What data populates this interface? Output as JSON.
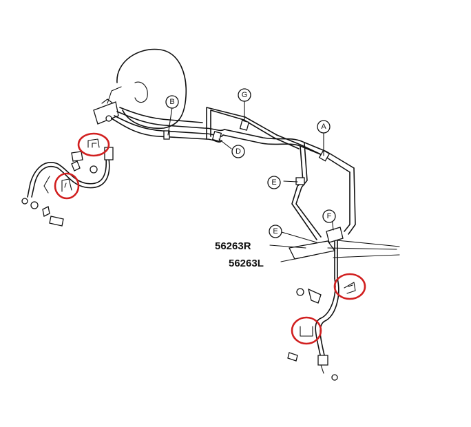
{
  "diagram": {
    "callouts": {
      "a": "A",
      "b": "B",
      "d": "D",
      "e_upper": "E",
      "e_lower": "E",
      "f": "F",
      "g": "G"
    },
    "part_numbers": {
      "right_hose": "56263R",
      "left_hose": "56263L"
    },
    "colors": {
      "line_art": "#111111",
      "highlight": "#d11f1f",
      "background": "#ffffff"
    }
  }
}
